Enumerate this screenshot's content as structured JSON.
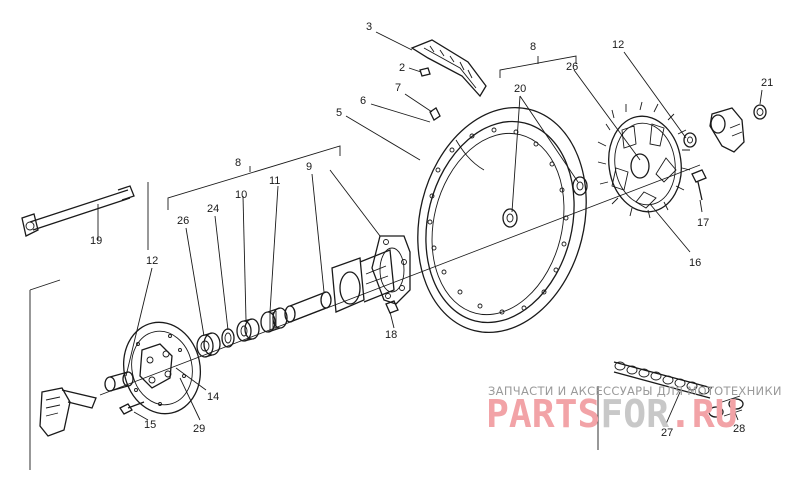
{
  "watermark": {
    "caption": "ЗАПЧАСТИ И АКСЕССУАРЫ ДЛЯ МОТОТЕХНИКИ",
    "logo_part1": "PARTS",
    "logo_part2": "FOR",
    "logo_part3": ".RU",
    "color_primary": "#f2a3a7",
    "color_secondary": "#c8c8c8"
  },
  "callouts": {
    "c2": "2",
    "c3": "3",
    "c5": "5",
    "c6": "6",
    "c7": "7",
    "c8a": "8",
    "c8b": "8",
    "c9": "9",
    "c10": "10",
    "c11": "11",
    "c12a": "12",
    "c12b": "12",
    "c14": "14",
    "c15": "15",
    "c16": "16",
    "c17": "17",
    "c18": "18",
    "c19": "19",
    "c20": "20",
    "c21": "21",
    "c24": "24",
    "c26a": "26",
    "c26b": "26",
    "c27": "27",
    "c28": "28",
    "c29": "29"
  }
}
